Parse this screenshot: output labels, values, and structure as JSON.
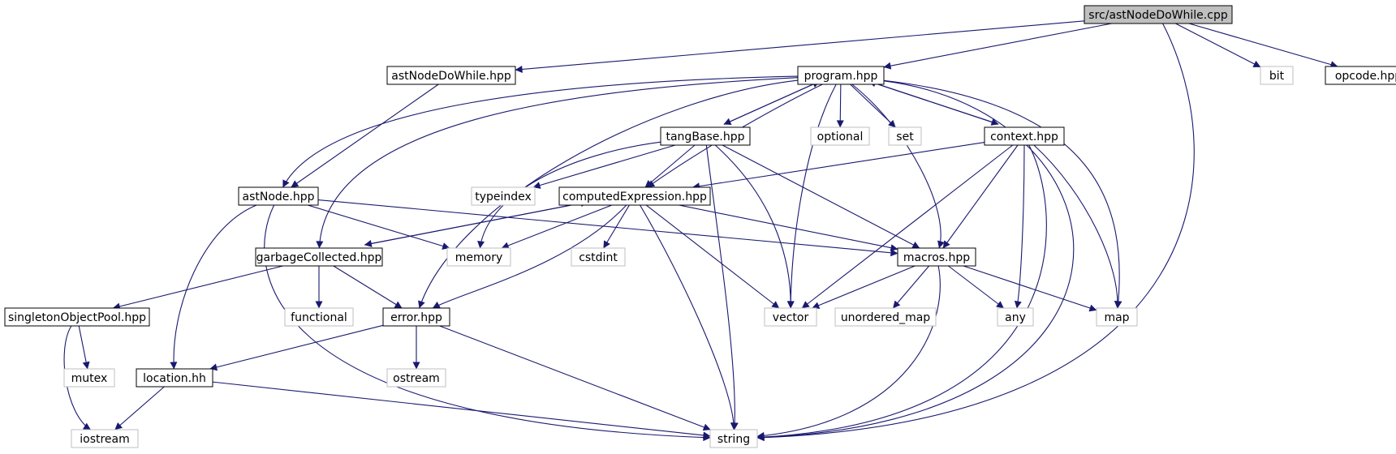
{
  "diagram": {
    "colors": {
      "edge": "#191970",
      "root_fill": "#bfbfbf",
      "root_border": "#000000",
      "local_border": "#000000",
      "system_border": "#bfbfbf",
      "system_fill": "#ffffff",
      "label": "#000000"
    },
    "nodes": [
      {
        "id": "root",
        "label": "src/astNodeDoWhile.cpp",
        "kind": "root"
      },
      {
        "id": "astNodeDoWhile",
        "label": "astNodeDoWhile.hpp",
        "kind": "local"
      },
      {
        "id": "program",
        "label": "program.hpp",
        "kind": "local"
      },
      {
        "id": "bit",
        "label": "bit",
        "kind": "system"
      },
      {
        "id": "opcode",
        "label": "opcode.hpp",
        "kind": "local"
      },
      {
        "id": "tangBase",
        "label": "tangBase.hpp",
        "kind": "local"
      },
      {
        "id": "optional",
        "label": "optional",
        "kind": "system"
      },
      {
        "id": "set",
        "label": "set",
        "kind": "system"
      },
      {
        "id": "context",
        "label": "context.hpp",
        "kind": "local"
      },
      {
        "id": "astNode",
        "label": "astNode.hpp",
        "kind": "local"
      },
      {
        "id": "typeindex",
        "label": "typeindex",
        "kind": "system"
      },
      {
        "id": "computedExpression",
        "label": "computedExpression.hpp",
        "kind": "local"
      },
      {
        "id": "garbageCollected",
        "label": "garbageCollected.hpp",
        "kind": "local"
      },
      {
        "id": "memory",
        "label": "memory",
        "kind": "system"
      },
      {
        "id": "cstdint",
        "label": "cstdint",
        "kind": "system"
      },
      {
        "id": "macros",
        "label": "macros.hpp",
        "kind": "local"
      },
      {
        "id": "singletonObjectPool",
        "label": "singletonObjectPool.hpp",
        "kind": "local"
      },
      {
        "id": "functional",
        "label": "functional",
        "kind": "system"
      },
      {
        "id": "error",
        "label": "error.hpp",
        "kind": "local"
      },
      {
        "id": "vector",
        "label": "vector",
        "kind": "system"
      },
      {
        "id": "unordered_map",
        "label": "unordered_map",
        "kind": "system"
      },
      {
        "id": "any",
        "label": "any",
        "kind": "system"
      },
      {
        "id": "map",
        "label": "map",
        "kind": "system"
      },
      {
        "id": "mutex",
        "label": "mutex",
        "kind": "system"
      },
      {
        "id": "location",
        "label": "location.hh",
        "kind": "local"
      },
      {
        "id": "ostream",
        "label": "ostream",
        "kind": "system"
      },
      {
        "id": "iostream",
        "label": "iostream",
        "kind": "system"
      },
      {
        "id": "string",
        "label": "string",
        "kind": "system"
      }
    ],
    "edges": [
      [
        "root",
        "astNodeDoWhile"
      ],
      [
        "root",
        "program"
      ],
      [
        "root",
        "bit"
      ],
      [
        "root",
        "opcode"
      ],
      [
        "root",
        "string"
      ],
      [
        "astNodeDoWhile",
        "astNode"
      ],
      [
        "program",
        "tangBase"
      ],
      [
        "program",
        "optional"
      ],
      [
        "program",
        "set"
      ],
      [
        "program",
        "context"
      ],
      [
        "program",
        "astNode"
      ],
      [
        "program",
        "computedExpression"
      ],
      [
        "program",
        "garbageCollected"
      ],
      [
        "program",
        "error"
      ],
      [
        "program",
        "vector"
      ],
      [
        "program",
        "macros"
      ],
      [
        "program",
        "map"
      ],
      [
        "program",
        "string"
      ],
      [
        "tangBase",
        "program"
      ],
      [
        "tangBase",
        "typeindex"
      ],
      [
        "tangBase",
        "computedExpression"
      ],
      [
        "tangBase",
        "memory"
      ],
      [
        "tangBase",
        "macros"
      ],
      [
        "tangBase",
        "vector"
      ],
      [
        "tangBase",
        "string"
      ],
      [
        "context",
        "program"
      ],
      [
        "context",
        "computedExpression"
      ],
      [
        "context",
        "macros"
      ],
      [
        "context",
        "vector"
      ],
      [
        "context",
        "any"
      ],
      [
        "context",
        "map"
      ],
      [
        "context",
        "string"
      ],
      [
        "astNode",
        "memory"
      ],
      [
        "astNode",
        "macros"
      ],
      [
        "astNode",
        "location"
      ],
      [
        "astNode",
        "string"
      ],
      [
        "computedExpression",
        "garbageCollected"
      ],
      [
        "computedExpression",
        "memory"
      ],
      [
        "computedExpression",
        "cstdint"
      ],
      [
        "computedExpression",
        "macros"
      ],
      [
        "computedExpression",
        "error"
      ],
      [
        "computedExpression",
        "vector"
      ],
      [
        "computedExpression",
        "string"
      ],
      [
        "garbageCollected",
        "computedExpression"
      ],
      [
        "garbageCollected",
        "singletonObjectPool"
      ],
      [
        "garbageCollected",
        "functional"
      ],
      [
        "garbageCollected",
        "error"
      ],
      [
        "macros",
        "vector"
      ],
      [
        "macros",
        "unordered_map"
      ],
      [
        "macros",
        "any"
      ],
      [
        "macros",
        "map"
      ],
      [
        "macros",
        "string"
      ],
      [
        "singletonObjectPool",
        "mutex"
      ],
      [
        "singletonObjectPool",
        "iostream"
      ],
      [
        "error",
        "location"
      ],
      [
        "error",
        "ostream"
      ],
      [
        "error",
        "string"
      ],
      [
        "location",
        "iostream"
      ],
      [
        "location",
        "string"
      ]
    ]
  }
}
